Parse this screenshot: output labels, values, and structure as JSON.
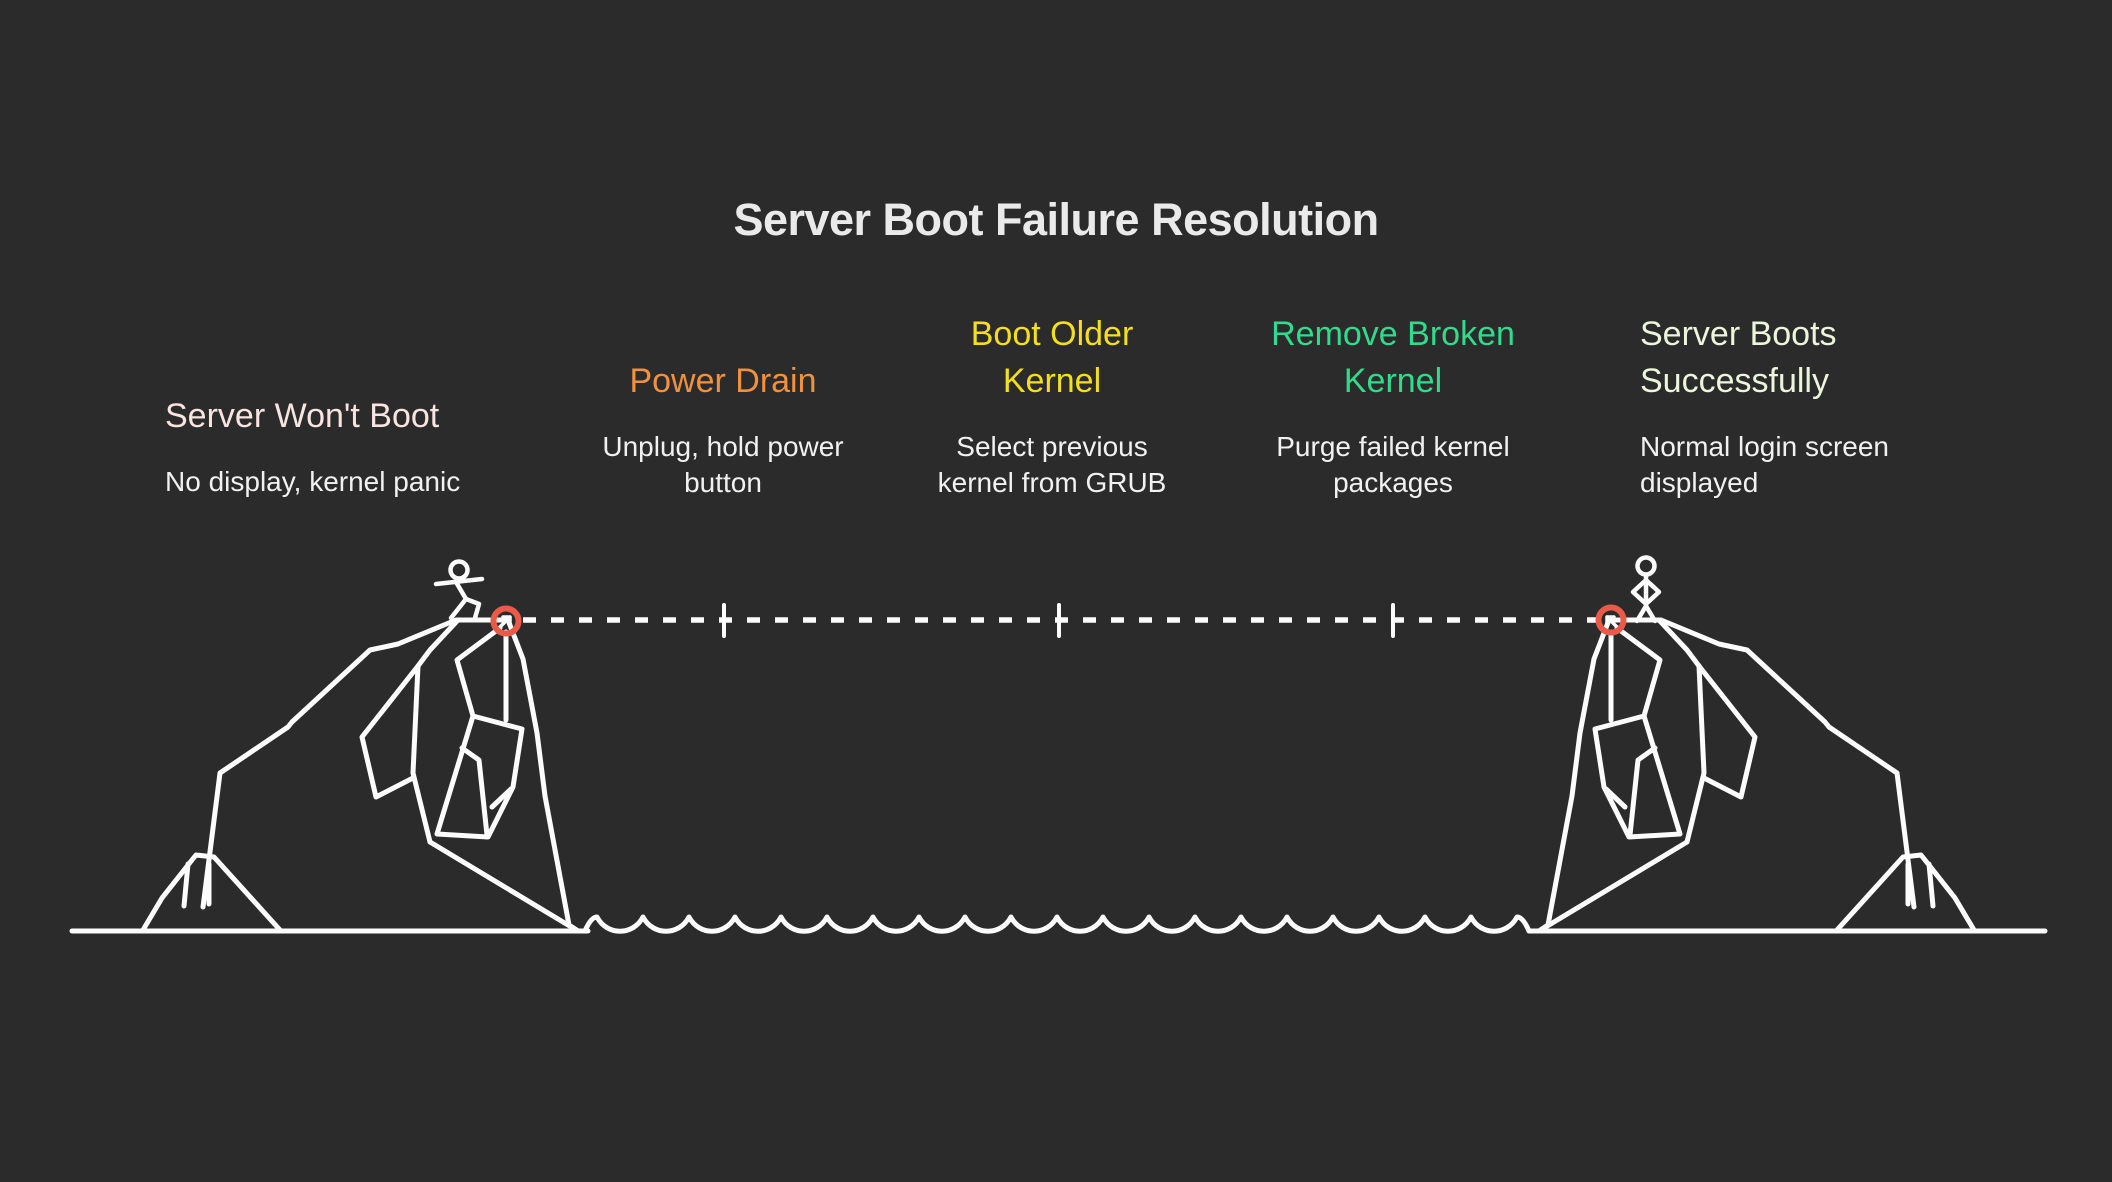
{
  "header": {
    "title": "Server Boot Failure Resolution"
  },
  "stages": [
    {
      "title_lines": [
        "Server Won't Boot"
      ],
      "subtitle_lines": [
        "No display, kernel panic"
      ],
      "color": "#F8E4E0",
      "align": "left"
    },
    {
      "title_lines": [
        "Power Drain"
      ],
      "subtitle_lines": [
        "Unplug, hold power",
        "button"
      ],
      "color": "#F2913D",
      "align": "center"
    },
    {
      "title_lines": [
        "Boot Older",
        "Kernel"
      ],
      "subtitle_lines": [
        "Select previous",
        "kernel from GRUB"
      ],
      "color": "#F6DF1A",
      "align": "center"
    },
    {
      "title_lines": [
        "Remove Broken",
        "Kernel"
      ],
      "subtitle_lines": [
        "Purge failed kernel",
        "packages"
      ],
      "color": "#30DB8C",
      "align": "center"
    },
    {
      "title_lines": [
        "Server Boots",
        "Successfully"
      ],
      "subtitle_lines": [
        "Normal login screen",
        "displayed"
      ],
      "color": "#EBF6DB",
      "align": "left"
    }
  ],
  "scene": {
    "background": "#2B2B2B",
    "line_color": "#FCFCFC",
    "subtitle_color": "#F1F1F1",
    "title_color": "#EAEAEA",
    "anchor_ring_color": "#EA5A49",
    "left_figure": "stick-figure-walking",
    "right_figure": "stick-figure-standing",
    "rope_segments": 4
  }
}
